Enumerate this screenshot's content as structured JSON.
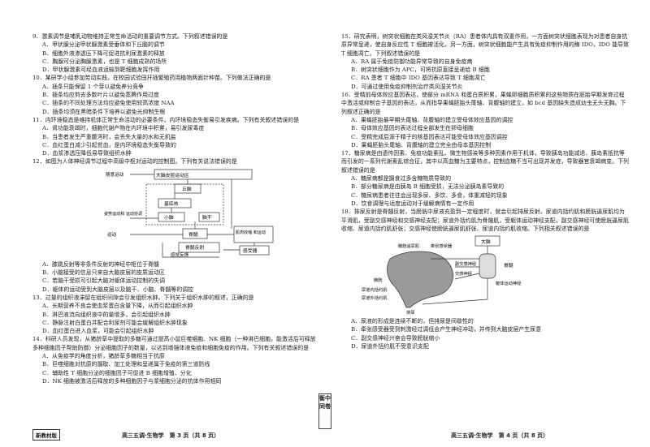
{
  "left": {
    "q9": {
      "stem": "9．激素调节是哺乳动物维持正常生命活动的重要调节方式。下列叙述错误的是",
      "A": "A．甲状腺分泌甲状腺激素受垂体和下丘脑的调节",
      "B": "B．细胞外液渗透压下降可促进抗利尿激素的释放",
      "C": "C．胸腺可分泌胸腺激素，也是 T 细胞成熟的场所",
      "D": "D．甲状腺激素可经血液运输到靶细胞发挥作用"
    },
    "q10": {
      "stem": "10．某研学小组参加劳动实践，在校园试验田扦插繁殖药用植物两面针种苗。下列做法正确的是",
      "A": "A．插条只能保留 1 个芽以避免养分竞争",
      "B": "B．插条均应剪去多数叶片以避免蒸腾作用过度",
      "C": "C．插条的不同处理方法均应避免使用较高浓度 NAA",
      "D": "D．插条均须在黑暗条件下培养以避免光抑制生根"
    },
    "q11": {
      "stem": "11．内环境稳态是维持机体正常生命活动的必要条件，内环境稳态失衡易引发疾病。下列有关叙述错误的是",
      "A": "A．肾功能衰竭时，细胞代谢产物在内环境中积累，易引发尿毒症",
      "B": "B．当患者发生严重腹泻时，会丢失大量的水和无机盐",
      "C": "C．血红蛋白减少引起贫血，是内环境稳态失衡导致的",
      "D": "D．血浆渗透压降低易导致组织水肿"
    },
    "q12": {
      "stem": "12．如图为人体神经调节过程中高级中枢对运动的控制图。下列有关说法错误的是",
      "fig": {
        "brain_box": "大脑皮层运动区",
        "thalamus": "丘脑",
        "basal": "基底核",
        "cerebellum": "小脑",
        "brainstem": "脑干",
        "spinal": "脊髓",
        "muscle": "肌肉收缩\n和运动",
        "sensory": "感受器",
        "spinal_reflex": "脊髓反射",
        "sense_feedback": "感觉反馈",
        "plan": "随意运动",
        "posture": "姿势运动和\n运动协调",
        "motion": "运动"
      },
      "A": "A．膝跳反射等非条件反射的神经中枢位于脊髓",
      "B": "B．小脑接受的信息只来自大脑皮层的皮质运动区",
      "C": "C．若脑干受损可引起大脑对躯体运动控制的失调",
      "D": "D．躯体的运动受到大脑皮层以及脑干、小脑、脊髓等的调控"
    },
    "q13": {
      "stem": "13．过量的组织液滞留在组织间隙会引发组织水肿。下列关于组织水肿的叙述，正确的是",
      "A": "A．长期营养不良会使血浆蛋白含量下降，从而引起组织水肿",
      "B": "B．淋巴液流向组织液中的量增多，会引起组织水肿",
      "C": "C．静脉注射白蛋白并配合利尿剂可能会缓解组织水肿现象",
      "D": "D．血红蛋白进入血浆，可能会引起组织水肿"
    },
    "q14": {
      "stem": "14．科研人员发现，从猪龄草中提取的多糖可通过提高小鼠巨噬细胞、NK 细胞（一种淋巴细胞，能激活后可释放多种细胞因子帮助防御）分泌细胞因子的数量，以达到增强体液免疫和细胞免疫的作用。下列有关叙述错误的是",
      "A": "A．从免疫学的角度分析，猪龄草多糖相当于抗原",
      "B": "B．巨噬细胞对抗原的摄取、加工处理和呈递属于免疫的第三道防线",
      "C": "C．辅助性 T 细胞分泌的细胞因子可促进 B 细胞增殖、分化",
      "D": "D．NK 细胞被激活后释放的多种细胞因子与浆细胞分泌的抗体作用相同"
    },
    "badge": "新教材版",
    "footer": "高三五调·生物学　第 3 页（共 8 页）"
  },
  "right": {
    "q15": {
      "stem": "15．研究表明，树突状细胞在类风湿关节炎（RA）患者体内具有双重作用，一方面树突状细胞表现为对患者自身抗原异常呈递，使自身反应性 T 细胞被活化，另一方面，树突状细胞能产生具有免疫抑制作用的酶 IDO，IDO 能导致 T 细胞凋亡。下列叙述错误的是",
      "A": "A．RA 属于免疫防御功能异常导致的自身免疫病",
      "B": "B．树突状细胞作为 APC，可将抗原直接呈递给 B 细胞",
      "C": "C．RA 患者 T 细胞中 IDO 基因表达导致 T 细胞凋亡",
      "D": "D．可通过使用免疫抑制剂治疗类风湿关节炎"
    },
    "q16": {
      "stem": "16．受精前母体效应基因表达，使部分 mRNA 和蛋白质积累，果蝇卵细胞质积累的这些物质在胚胎早期发育过程中激活或抑制合子基因的表达，从而指导果蝇胚胎头尾轴、背腹轴的建立，如 bcd 基因缺失造成幼虫无头无胸。下列叙述正确的是",
      "A": "A．果蝇胚胎最早期头尾轴、背腹轴的建立受母体效应基因的调控",
      "B": "B．母体效应基因的表达过程全部发生在卵母细胞",
      "C": "C．受精完成后源于精子的核基因表达可能受母体效应基因调控",
      "D": "D．果蝇胚胎头尾轴、背腹轴的建立完全由母本基因控制"
    },
    "q17": {
      "stem": "17．糖尿病是由遗传因素、免疫功能紊乱、微生物感染等多种因素作用于机体，导致胰岛功能减退、胰岛素抵抗等而引发的一系列代谢紊乱综合征，其中以高血糖为主要特点，控制血糖不当可出现并发症，导致器官衰竭病变。下列叙述错误的是",
      "A": "A．糖尿病都是摄食过多含糖物质导致的",
      "B": "B．部分糖尿病是由胰岛 B 细胞受损，无法分泌胰岛素导致的",
      "C": "C．糖尿病患者往往会出现多尿、多饮、多食，体重减轻的现象",
      "D": "D．饮食调理与适度运动对于缓解病情有一定作用"
    },
    "q18": {
      "stem": "18．排尿反射是脊髓反射，当膀胱中尿液充盈到一定程度时，就会引起排尿反射。尿道内括约肌和膀胱逼尿肌均为平滑肌，受副交感神经和交感神经支配；尿道外括约肌为骨骼肌，受躯体运动神经支配，副交感神经可使膀胱逼尿肌收缩、尿道内括约肌舒张；交感神经使膀胱逼尿肌舒张、尿道内括约肌收缩。下列相关叙述错误的是",
      "fig": {
        "brain": "大脑",
        "spinal": "脊髓",
        "detrusor": "膀胱逼尿肌",
        "receptor": "牵张感受器",
        "parasym": "副交感神经",
        "sym": "交感神经",
        "somatic": "躯体运动神经",
        "bladder": "膀胱",
        "inner": "尿道内括约肌",
        "outer": "尿道外括约肌",
        "urine": "排尿"
      },
      "A": "A．尿液的形成是连续不断的，但排尿是间歇性的",
      "B": "B．牵张感受器受到刺激经过调低会产生神经冲动，并传到大脑皮层产生尿意",
      "C": "C．副交感神经兴奋会导致膀胱缩小",
      "D": "D．尿道外括约肌不受意识支配"
    },
    "stamp": "衡中同卷",
    "footer": "高三五调·生物学　第 4 页（共 8 页）"
  }
}
